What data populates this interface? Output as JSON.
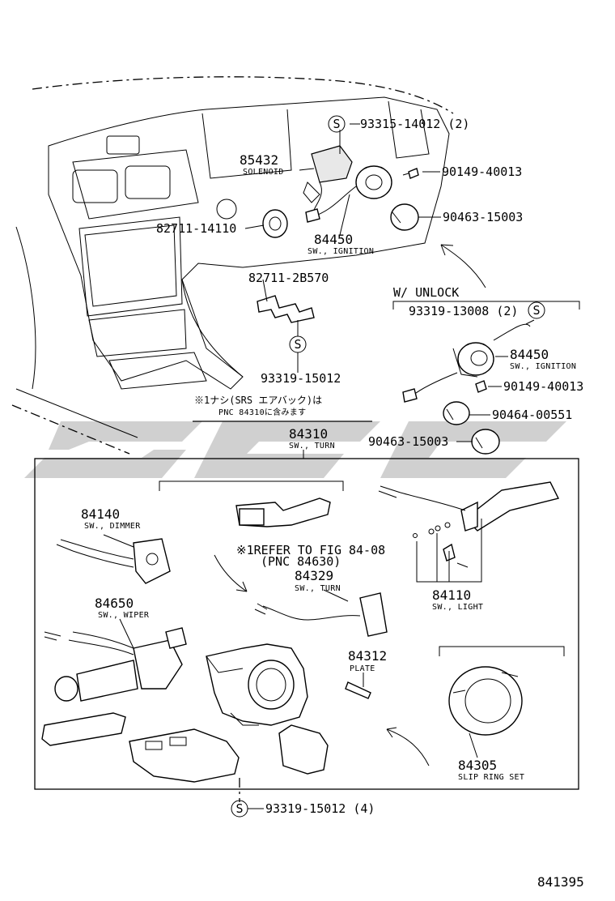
{
  "colors": {
    "line": "#000000",
    "background": "#ffffff",
    "watermark": "#c8c8c8"
  },
  "figure_number": "841395",
  "unlock_header": "W/ UNLOCK",
  "refer_note": "※1REFER TO FIG 84-08",
  "refer_pnc": "(PNC 84630)",
  "jp_note_line1": "※1ナシ(SRS エアバック)は",
  "jp_note_line2": "PNC 84310に含みます",
  "screw_symbol": "S",
  "parts": {
    "p93315": "93315-14012 (2)",
    "p85432": "85432",
    "p85432_desc": "SOLENOID",
    "p90149a": "90149-40013",
    "p82711a": "82711-14110",
    "p90463a": "90463-15003",
    "p84450a": "84450",
    "p84450a_desc": "SW., IGNITION",
    "p82711b": "82711-2B570",
    "p93319a": "93319-13008 (2)",
    "p84450b": "84450",
    "p84450b_desc": "SW., IGNITION",
    "p90149b": "90149-40013",
    "p93319b": "93319-15012",
    "p90464": "90464-00551",
    "p90463b": "90463-15003",
    "p84310": "84310",
    "p84310_desc": "SW., TURN",
    "p84140": "84140",
    "p84140_desc": "SW., DIMMER",
    "p84329": "84329",
    "p84329_desc": "SW., TURN",
    "p84650": "84650",
    "p84650_desc": "SW., WIPER",
    "p84110": "84110",
    "p84110_desc": "SW., LIGHT",
    "p84312": "84312",
    "p84312_desc": "PLATE",
    "p84305": "84305",
    "p84305_desc": "SLIP RING SET",
    "p93319c": "93319-15012 (4)"
  }
}
